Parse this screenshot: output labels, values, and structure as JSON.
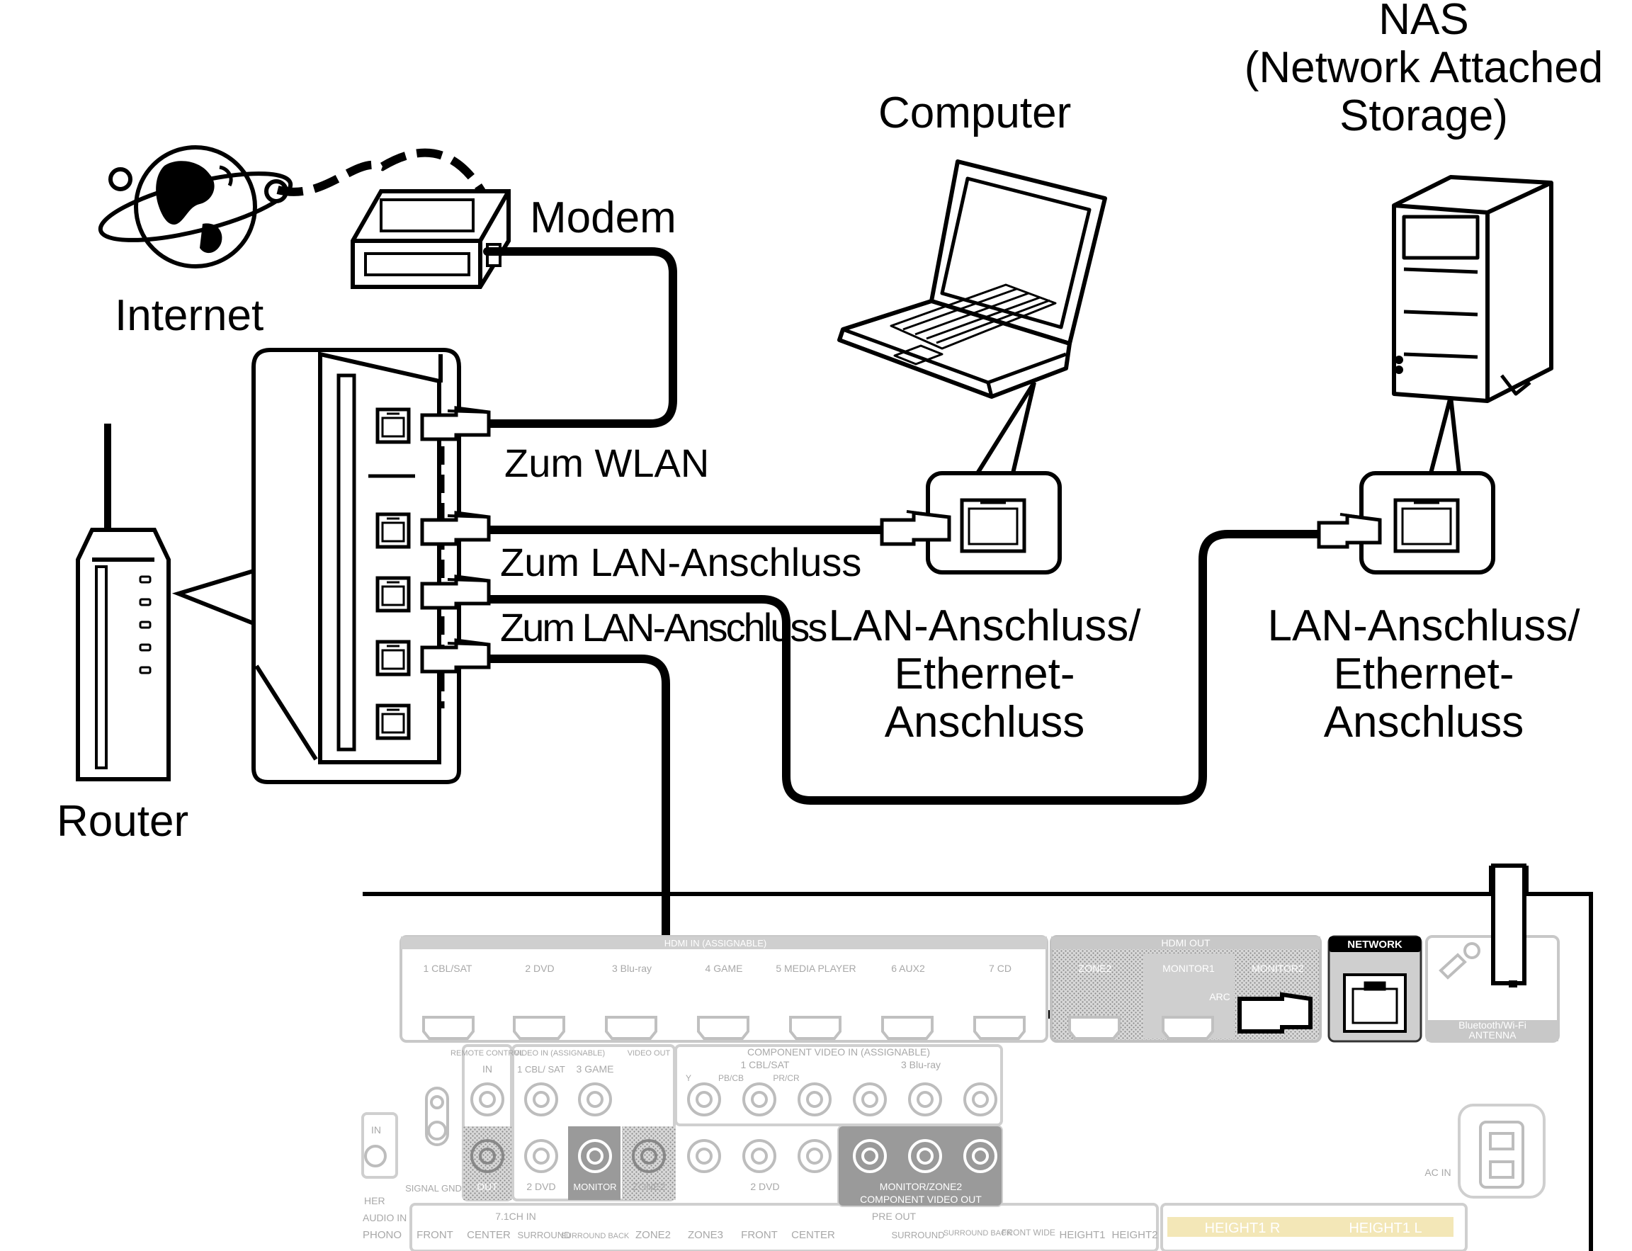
{
  "labels": {
    "nas_line1": "NAS",
    "nas_line2": "(Network Attached",
    "nas_line3": "Storage)",
    "computer": "Computer",
    "modem": "Modem",
    "internet": "Internet",
    "router": "Router",
    "zum_wlan": "Zum WLAN",
    "zum_lan_1": "Zum LAN-Anschluss",
    "zum_lan_2": "Zum LAN-Anschluss",
    "computer_port_line1": "LAN-Anschluss/",
    "computer_port_line2": "Ethernet-",
    "computer_port_line3": "Anschluss",
    "nas_port_line1": "LAN-Anschluss/",
    "nas_port_line2": "Ethernet-",
    "nas_port_line3": "Anschluss"
  },
  "receiver_panel": {
    "hdmi_in_header": "HDMI IN (ASSIGNABLE)",
    "hdmi_inputs": [
      "1 CBL/SAT",
      "2 DVD",
      "3 Blu-ray",
      "4 GAME",
      "5 MEDIA PLAYER",
      "6 AUX2",
      "7 CD"
    ],
    "hdmi_out_header": "HDMI OUT",
    "hdmi_outputs": [
      "ZONE2",
      "MONITOR1",
      "MONITOR2"
    ],
    "arc": "ARC",
    "network": "NETWORK",
    "antenna_line1": "Bluetooth/Wi-Fi",
    "antenna_line2": "ANTENNA",
    "remote_control": "REMOTE CONTROL",
    "remote_in": "IN",
    "remote_out": "OUT",
    "video_in": "VIDEO IN (ASSIGNABLE)",
    "video_out": "VIDEO OUT",
    "video_labels": [
      "1 CBL/ SAT",
      "3 GAME",
      "2 DVD",
      "MONITOR",
      "ZONE2"
    ],
    "component_in": "COMPONENT VIDEO IN (ASSIGNABLE)",
    "component_groups": [
      "1 CBL/SAT",
      "3 Blu-ray",
      "2 DVD"
    ],
    "component_channels": [
      "Y",
      "PB/CB",
      "PR/CR"
    ],
    "component_out_line1": "MONITOR/ZONE2",
    "component_out_line2": "COMPONENT VIDEO OUT",
    "signal_gnd": "SIGNAL GND",
    "ac_in": "AC IN",
    "left_in": "IN",
    "left_other": "HER",
    "audio_in": "AUDIO IN",
    "phono": "PHONO",
    "ch71_in": "7.1CH IN",
    "ch71_labels": [
      "FRONT",
      "CENTER",
      "SURROUND",
      "SURROUND BACK"
    ],
    "pre_out": "PRE OUT",
    "pre_out_labels": [
      "ZONE2",
      "ZONE3",
      "FRONT",
      "CENTER",
      "SURROUND",
      "SURROUND BACK",
      "FRONT WIDE",
      "HEIGHT1",
      "HEIGHT2"
    ],
    "speaker_left": "HEIGHT1 R",
    "speaker_right": "HEIGHT1 L"
  }
}
